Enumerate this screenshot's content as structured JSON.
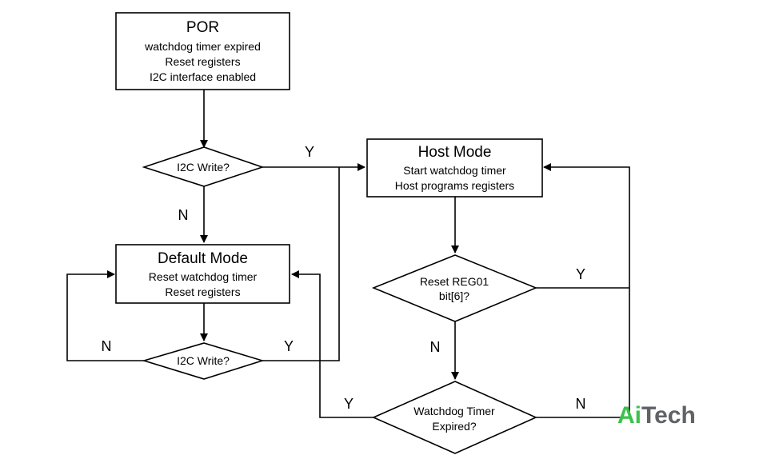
{
  "nodes": {
    "por": {
      "title": "POR",
      "lines": [
        "watchdog timer expired",
        "Reset registers",
        "I2C interface enabled"
      ]
    },
    "i2c_write_top": {
      "text": "I2C Write?"
    },
    "host_mode": {
      "title": "Host Mode",
      "lines": [
        "Start watchdog timer",
        "Host programs registers"
      ]
    },
    "default_mode": {
      "title": "Default Mode",
      "lines": [
        "Reset watchdog timer",
        "Reset registers"
      ]
    },
    "i2c_write_bottom": {
      "text": "I2C Write?"
    },
    "reset_reg01": {
      "lines": [
        "Reset REG01",
        "bit[6]?"
      ]
    },
    "watchdog_expired": {
      "lines": [
        "Watchdog Timer",
        "Expired?"
      ]
    }
  },
  "edge_labels": {
    "i2c_top_yes": "Y",
    "i2c_top_no": "N",
    "i2c_bottom_no": "N",
    "i2c_bottom_yes": "Y",
    "reset_reg01_yes": "Y",
    "reset_reg01_no": "N",
    "watchdog_yes": "Y",
    "watchdog_no": "N"
  },
  "watermark": {
    "part1": "Ai",
    "part2": "Tech",
    "colors": {
      "part1": "#3cc24a",
      "part2": "#5f6368"
    }
  }
}
